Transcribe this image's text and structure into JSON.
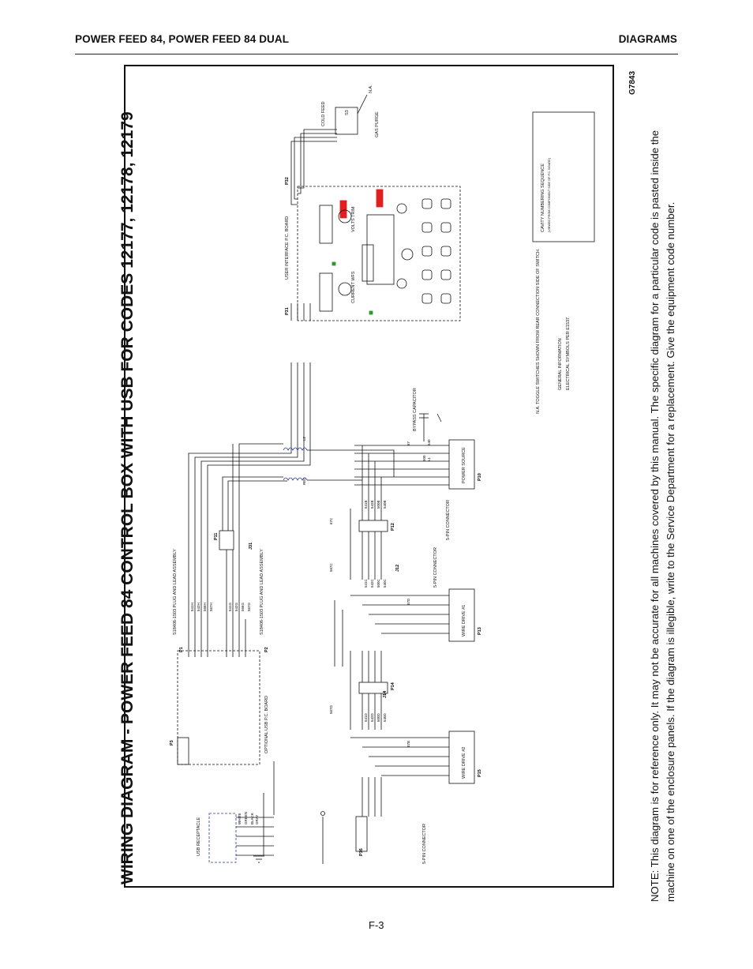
{
  "header": {
    "left": "POWER FEED 84, POWER FEED 84 DUAL",
    "right": "DIAGRAMS"
  },
  "title": "WIRING DIAGRAM - POWER FEED 84 CONTROL BOX WITH USB FOR  CODES 12177, 12178, 12179",
  "drawing_number": "G7843",
  "note_line1": "NOTE:  This diagram is for reference only.  It may not be accurate for all machines covered by this manual.  The specific diagram for a particular code is pasted inside the",
  "note_line2": "machine on one of the enclosure panels.  If the diagram is illegible, write to the Service Department for a replacement.  Give the equipment code number.",
  "page_number": "F-3",
  "labels": {
    "usb_receptacle": "USB RECEPTACLE",
    "optional_usb_board": "OPTIONAL USB P.C. BOARD",
    "user_interface_board": "USER INTERFACE P.C. BOARD",
    "volts_trim": "VOLTS TRIM",
    "current_wfs": "CURRENT WFS",
    "bypass_capacitor": "BYPASS CAPACITOR",
    "power_source": "POWER SOURCE",
    "wire_drive_1": "WIRE DRIVE #1",
    "wire_drive_2": "WIRE DRIVE #2",
    "five_pin_connector": "5-PIN CONNECTOR",
    "cold_feed": "COLD FEED",
    "gas_purge": "GAS PURGE",
    "plug_lead_assembly": "S18406-1503 PLUG AND LEAD ASSEMBLY",
    "cavity_title": "CAVITY NUMBERING SEQUENCE",
    "cavity_subtitle": "(VIEWED FROM COMPONENT SIDE OF P.C. BOARD)",
    "general_info": "GENERAL INFORMATION",
    "electrical_symbols": "ELECTRICAL SYMBOLS PER E1537.",
    "na_note": "N.A.  TOGGLE SWITCHES SHOWN FROM REAR CONNECTION SIDE OF SWITCH.",
    "na": "N.A.",
    "s3": "S3"
  },
  "connectors": [
    "P1",
    "P2",
    "P3",
    "P10",
    "P11",
    "P12",
    "P13",
    "P14",
    "P15",
    "P16",
    "P31",
    "P32",
    "J12",
    "J14",
    "J31"
  ],
  "wires": [
    "541H",
    "542H",
    "566H",
    "567H",
    "541G",
    "542G",
    "566G",
    "567G",
    "541C",
    "542C",
    "500C",
    "540C",
    "567C",
    "541D",
    "542D",
    "500D",
    "540D",
    "567D",
    "541B",
    "542B",
    "500B",
    "540B",
    "67C",
    "67D",
    "67B",
    "67",
    "500",
    "540",
    "L1",
    "L2",
    "RED",
    "WHITE",
    "GREEN",
    "BLACK",
    "GRAY"
  ]
}
